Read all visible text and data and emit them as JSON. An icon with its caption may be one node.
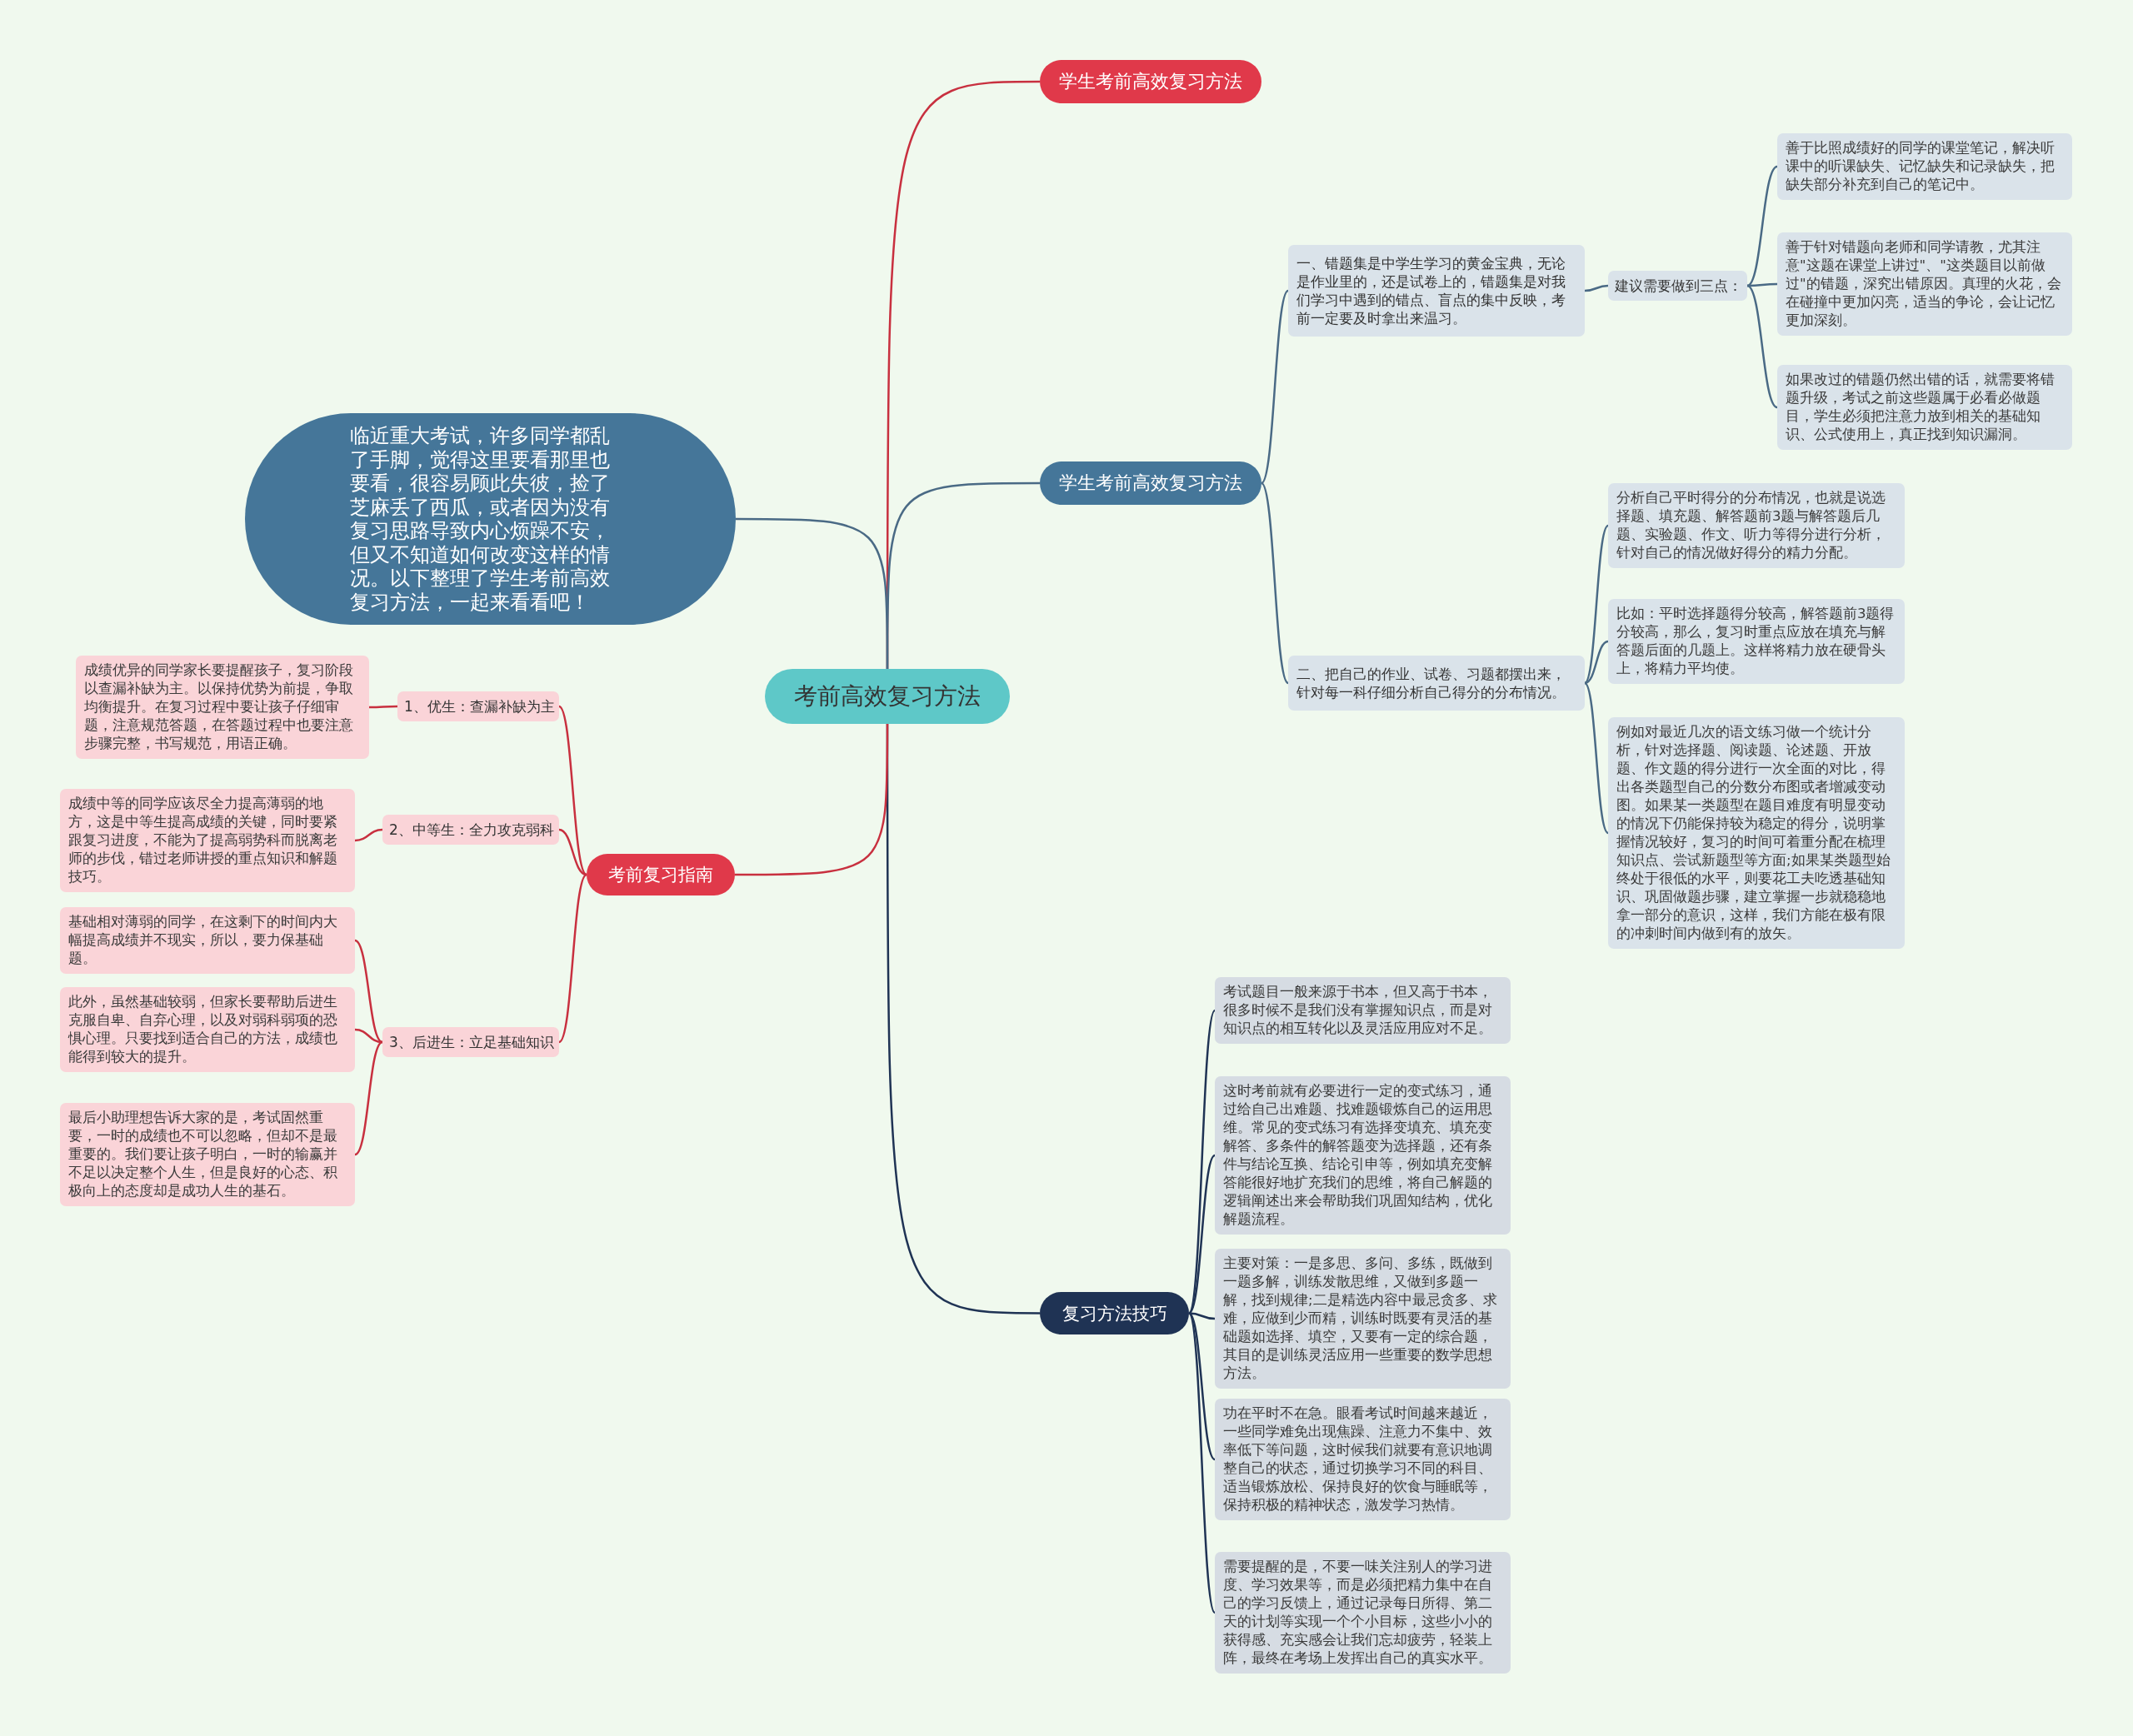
{
  "diagram": {
    "nodes": [
      {
        "text": [
          "考前高效复习方法"
        ]
      },
      {
        "text": [
          "学生考前高效复习方法"
        ]
      },
      {
        "text": [
          "学生考前高效复习方法"
        ]
      },
      {
        "text": [
          "一、错题集是中学生学习的黄金宝典，无论是作业里的，还是试卷上的，错题集是对我们学习中遇到的错点、盲点的集中反映，考前一定要及时拿出来温习。"
        ]
      },
      {
        "text": [
          "建议需要做到三点："
        ]
      },
      {
        "text": [
          "善于比照成绩好的同学的课堂笔记，解决听课中的听课缺失、记忆缺失和记录缺失，把缺失部分补充到自己的笔记中。"
        ]
      },
      {
        "text": [
          "善于针对错题向老师和同学请教，尤其注意\"这题在课堂上讲过\"、\"这类题目以前做过\"的错题，深究出错原因。真理的火花，会在碰撞中更加闪亮，适当的争论，会让记忆更加深刻。"
        ]
      },
      {
        "text": [
          "如果改过的错题仍然出错的话，就需要将错题升级，考试之前这些题属于必看必做题目，学生必须把注意力放到相关的基础知识、公式使用上，真正找到知识漏洞。"
        ]
      },
      {
        "text": [
          "二、把自己的作业、试卷、习题都摆出来，针对每一科仔细分析自己得分的分布情况。"
        ]
      },
      {
        "text": [
          "分析自己平时得分的分布情况，也就是说选择题、填充题、解答题前3题与解答题后几题、实验题、作文、听力等得分进行分析，针对自己的情况做好得分的精力分配。"
        ]
      },
      {
        "text": [
          "比如：平时选择题得分较高，解答题前3题得分较高，那么，复习时重点应放在填充与解答题后面的几题上。这样将精力放在硬骨头上，将精力平均使。"
        ]
      },
      {
        "text": [
          "例如对最近几次的语文练习做一个统计分析，针对选择题、阅读题、论述题、开放题、作文题的得分进行一次全面的对比，得出各类题型自己的分数分布图或者增减变动图。如果某一类题型在题目难度有明显变动的情况下仍能保持较为稳定的得分，说明掌握情况较好，复习的时间可着重分配在梳理知识点、尝试新题型等方面;如果某类题型始终处于很低的水平，则要花工夫吃透基础知识、巩固做题步骤，建立掌握一步就稳稳地拿一部分的意识，这样，我们方能在极有限的冲刺时间内做到有的放矢。"
        ]
      },
      {
        "text": [
          "复习方法技巧"
        ]
      },
      {
        "text": [
          "考试题目一般来源于书本，但又高于书本，很多时候不是我们没有掌握知识点，而是对知识点的相互转化以及灵活应用应对不足。"
        ]
      },
      {
        "text": [
          "这时考前就有必要进行一定的变式练习，通过给自己出难题、找难题锻炼自己的运用思维。常见的变式练习有选择变填充、填充变解答、多条件的解答题变为选择题，还有条件与结论互换、结论引申等，例如填充变解答能很好地扩充我们的思维，将自己解题的逻辑阐述出来会帮助我们巩固知结构，优化解题流程。"
        ]
      },
      {
        "text": [
          "主要对策：一是多思、多问、多练，既做到一题多解，训练发散思维，又做到多题一解，找到规律;二是精选内容中最忌贪多、求难，应做到少而精，训练时既要有灵活的基础题如选择、填空，又要有一定的综合题，其目的是训练灵活应用一些重要的数学思想方法。"
        ]
      },
      {
        "text": [
          "功在平时不在急。眼看考试时间越来越近，一些同学难免出现焦躁、注意力不集中、效率低下等问题，这时候我们就要有意识地调整自己的状态，通过切换学习不同的科目、适当锻炼放松、保持良好的饮食与睡眠等，保持积极的精神状态，激发学习热情。"
        ]
      },
      {
        "text": [
          "需要提醒的是，不要一味关注别人的学习进度、学习效果等，而是必须把精力集中在自己的学习反馈上，通过记录每日所得、第二天的计划等实现一个个小目标，这些小小的获得感、充实感会让我们忘却疲劳，轻装上阵，最终在考场上发挥出自己的真实水平。"
        ]
      },
      {
        "text": [
          "考前复习指南"
        ]
      },
      {
        "text": [
          "1、优生：查漏补缺为主"
        ]
      },
      {
        "text": [
          "成绩优异的同学家长要提醒孩子，复习阶段以查漏补缺为主。以保持优势为前提，争取均衡提升。在复习过程中要让孩子仔细审题，注意规范答题，在答题过程中也要注意步骤完整，书写规范，用语正确。"
        ]
      },
      {
        "text": [
          "2、中等生：全力攻克弱科"
        ]
      },
      {
        "text": [
          "成绩中等的同学应该尽全力提高薄弱的地方，这是中等生提高成绩的关键，同时要紧跟复习进度，不能为了提高弱势科而脱离老师的步伐，错过老师讲授的重点知识和解题技巧。"
        ]
      },
      {
        "text": [
          "3、后进生：立足基础知识"
        ]
      },
      {
        "text": [
          "基础相对薄弱的同学，在这剩下的时间内大幅提高成绩并不现实，所以，要力保基础题。"
        ]
      },
      {
        "text": [
          "此外，虽然基础较弱，但家长要帮助后进生克服自卑、自弃心理，以及对弱科弱项的恐惧心理。只要找到适合自己的方法，成绩也能得到较大的提升。"
        ]
      },
      {
        "text": [
          "最后小助理想告诉大家的是，考试固然重要，一时的成绩也不可以忽略，但却不是最重要的。我们要让孩子明白，一时的输赢并不足以决定整个人生，但是良好的心态、积极向上的态度却是成功人生的基石。"
        ]
      },
      {
        "text": [
          "临近重大考试，许多同学都乱了手脚，觉得这里要看那里也要看，很容易顾此失彼，捡了芝麻丢了西瓜，或者因为没有复习思路导致内心烦躁不安，但又不知道如何改变这样的情况。以下整理了学生考前高效复习方法，一起来看看吧！"
        ]
      }
    ],
    "edges": [
      {
        "from": 0,
        "to": 1,
        "arrow": "none",
        "color": "#c8303f"
      },
      {
        "from": 0,
        "to": 2,
        "arrow": "none"
      },
      {
        "from": 2,
        "to": 3,
        "arrow": "none"
      },
      {
        "from": 3,
        "to": 4,
        "arrow": "none"
      },
      {
        "from": 4,
        "to": 5,
        "arrow": "none"
      },
      {
        "from": 4,
        "to": 6,
        "arrow": "none"
      },
      {
        "from": 4,
        "to": 7,
        "arrow": "none"
      },
      {
        "from": 2,
        "to": 8,
        "arrow": "none"
      },
      {
        "from": 8,
        "to": 9,
        "arrow": "none"
      },
      {
        "from": 8,
        "to": 10,
        "arrow": "none"
      },
      {
        "from": 8,
        "to": 11,
        "arrow": "none"
      },
      {
        "from": 0,
        "to": 12,
        "arrow": "none",
        "color": "#1f3354"
      },
      {
        "from": 12,
        "to": 13,
        "arrow": "none",
        "color": "#1f3354"
      },
      {
        "from": 12,
        "to": 14,
        "arrow": "none",
        "color": "#1f3354"
      },
      {
        "from": 12,
        "to": 15,
        "arrow": "none",
        "color": "#1f3354"
      },
      {
        "from": 12,
        "to": 16,
        "arrow": "none",
        "color": "#1f3354"
      },
      {
        "from": 12,
        "to": 17,
        "arrow": "none",
        "color": "#1f3354"
      },
      {
        "from": 0,
        "to": 18,
        "arrow": "none",
        "color": "#c8303f"
      },
      {
        "from": 18,
        "to": 19,
        "arrow": "none",
        "color": "#c8303f"
      },
      {
        "from": 19,
        "to": 20,
        "arrow": "none",
        "color": "#c8303f"
      },
      {
        "from": 18,
        "to": 21,
        "arrow": "none",
        "color": "#c8303f"
      },
      {
        "from": 21,
        "to": 22,
        "arrow": "none",
        "color": "#c8303f"
      },
      {
        "from": 18,
        "to": 23,
        "arrow": "none",
        "color": "#c8303f"
      },
      {
        "from": 23,
        "to": 24,
        "arrow": "none",
        "color": "#c8303f"
      },
      {
        "from": 23,
        "to": 25,
        "arrow": "none",
        "color": "#c8303f"
      },
      {
        "from": 23,
        "to": 26,
        "arrow": "none",
        "color": "#c8303f"
      },
      {
        "from": 0,
        "to": 27,
        "arrow": "none"
      }
    ]
  }
}
